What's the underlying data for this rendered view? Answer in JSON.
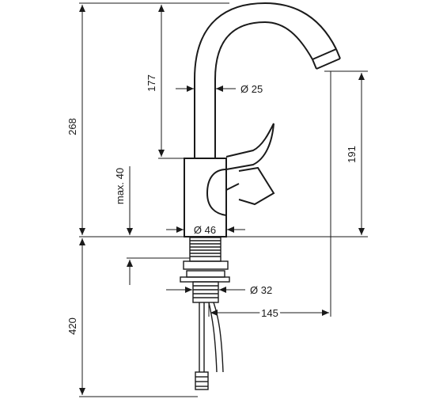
{
  "dimensions": {
    "total_height_above_deck": "268",
    "spout_reach_height": "177",
    "spout_diameter": "Ø 25",
    "spout_clearance": "191",
    "clamping_thickness": "max. 40",
    "body_diameter": "Ø 46",
    "shank_diameter": "Ø 32",
    "projection": "145",
    "hose_length": "420"
  }
}
